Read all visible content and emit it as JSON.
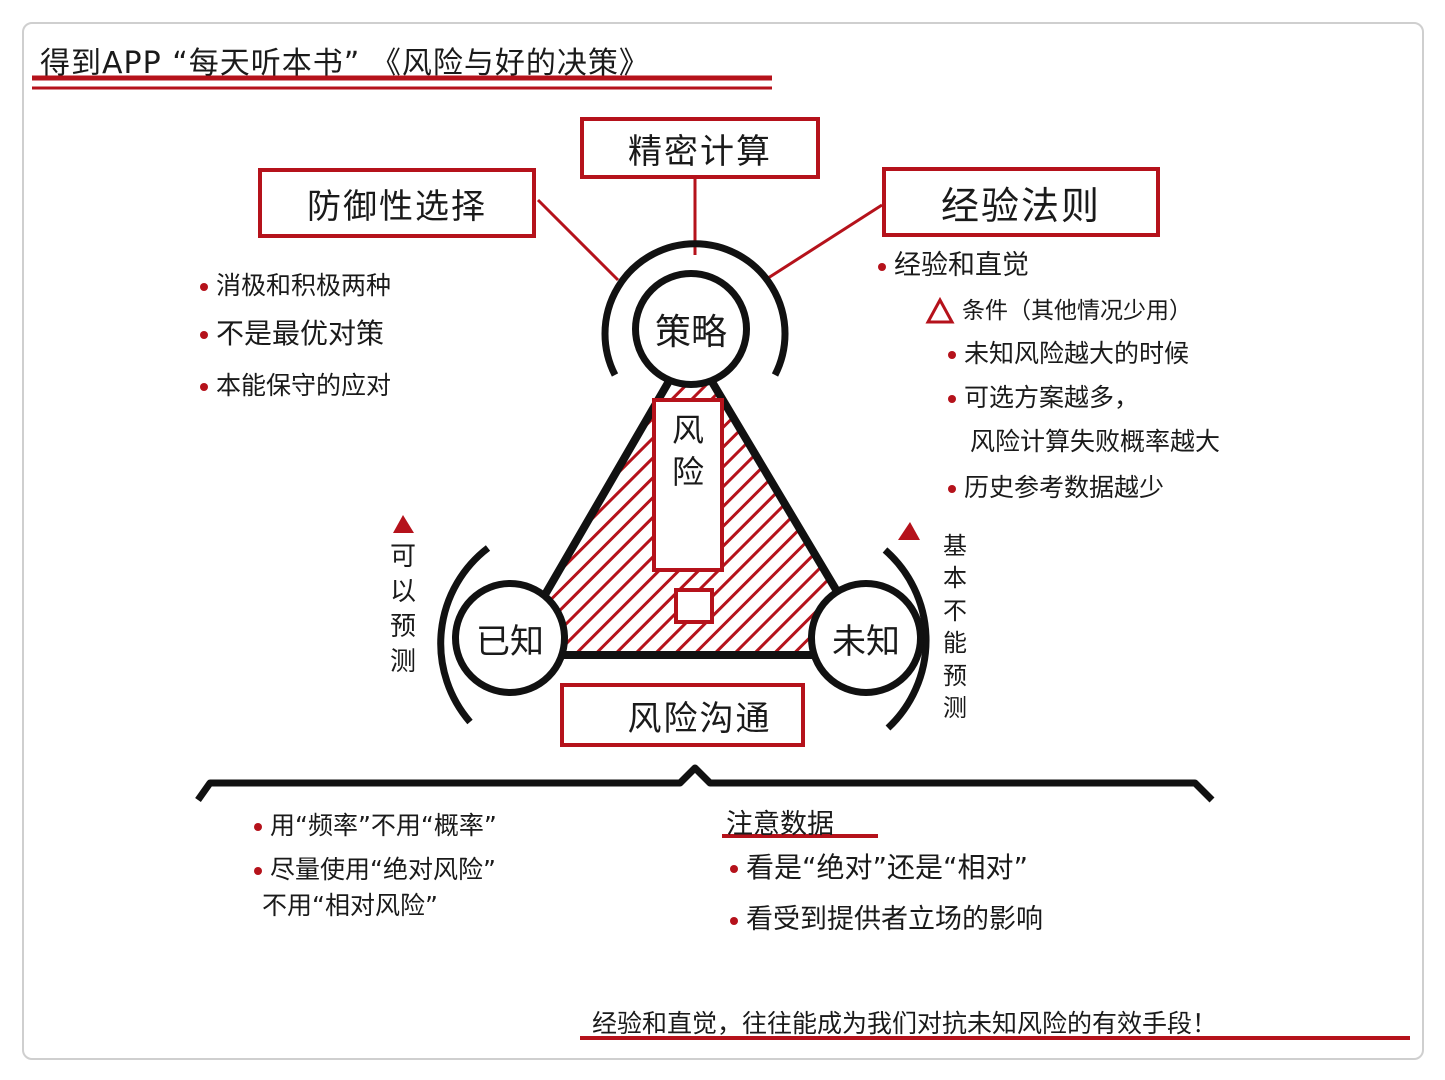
{
  "title": "得到APP “每天听本书” 《风险与好的决策》",
  "top_box": "精密计算",
  "left_box": "防御性选择",
  "right_box": "经验法则",
  "center_circle": "策略",
  "triangle_text": "风险",
  "triangle_mark": "!",
  "left_circle": "已知",
  "right_circle": "未知",
  "bottom_box": "风险沟通",
  "left_vertical": "可以预测",
  "right_vertical": "基本不能预测",
  "left_bullets": [
    "消极和积极两种",
    "不是最优对策",
    "本能保守的应对"
  ],
  "right_list": {
    "item1": "经验和直觉",
    "condition": "条件（其他情况少用）",
    "sub_items": [
      "未知风险越大的时候",
      "可选方案越多，",
      "风险计算失败概率越大",
      "历史参考数据越少"
    ]
  },
  "bottom_left": [
    "用“频率”不用“概率”",
    "尽量使用“绝对风险”",
    "不用“相对风险”"
  ],
  "bottom_right_heading": "注意数据",
  "bottom_right": [
    "看是“绝对”还是“相对”",
    "看受到提供者立场的影响"
  ],
  "footer": "经验和直觉，往往能成为我们对抗未知风险的有效手段！",
  "colors": {
    "accent": "#b5121b",
    "ink": "#111111"
  }
}
